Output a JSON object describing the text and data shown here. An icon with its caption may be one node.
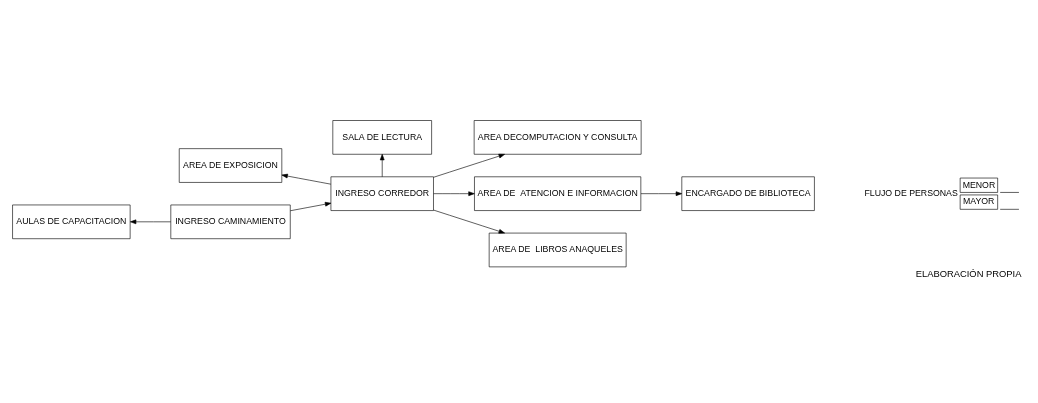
{
  "diagram": {
    "caption": "ELABORACIÓN PROPIA",
    "nodes": [
      {
        "text": [
          "SALA DE LECTURA"
        ]
      },
      {
        "text": [
          "AREA DE EXPOSICION"
        ]
      },
      {
        "text": [
          "INGRESO CORREDOR"
        ]
      },
      {
        "text": [
          "AREA DECOMPUTACION Y CONSULTA"
        ]
      },
      {
        "text": [
          "AREA DE  ATENCION E INFORMACION"
        ]
      },
      {
        "text": [
          "ENCARGADO DE BIBLIOTECA"
        ]
      },
      {
        "text": [
          "AULAS DE CAPACITACION"
        ]
      },
      {
        "text": [
          "INGRESO CAMINAMIENTO"
        ]
      },
      {
        "text": [
          "AREA DE  LIBROS ANAQUELES"
        ]
      }
    ],
    "edges": [
      {
        "from": 2,
        "to": 0,
        "arrow": "to"
      },
      {
        "from": 2,
        "to": 1,
        "arrow": "to"
      },
      {
        "from": 2,
        "to": 3,
        "arrow": "to"
      },
      {
        "from": 2,
        "to": 4,
        "arrow": "to"
      },
      {
        "from": 4,
        "to": 5,
        "arrow": "to"
      },
      {
        "from": 2,
        "to": 8,
        "arrow": "to"
      },
      {
        "from": 7,
        "to": 2,
        "arrow": "to"
      },
      {
        "from": 7,
        "to": 6,
        "arrow": "to"
      }
    ],
    "labels": [
      "FLUJO DE PERSONAS"
    ],
    "legend": [
      {
        "text": "MENOR"
      },
      {
        "text": "MAYOR"
      }
    ]
  }
}
